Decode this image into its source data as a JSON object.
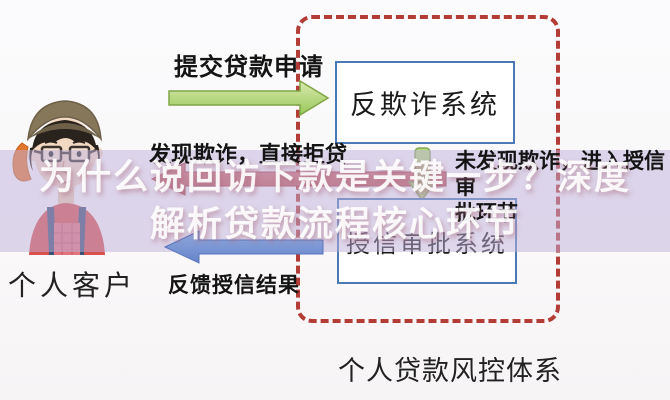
{
  "overlay": {
    "title_line1": "为什么说回访下款是关键一步？深度",
    "title_line2": "解析贷款流程核心环节"
  },
  "diagram": {
    "customer_label": "个人客户",
    "bottom_label": "个人贷款风控体系",
    "boxes": {
      "fraud_system": "反欺诈系统",
      "credit_system": "授信审批系统"
    },
    "arrows": {
      "submit": "提交贷款申请",
      "reject": "发现欺诈，直接拒贷",
      "pass_line1": "未发现欺诈，进入授信审",
      "pass_line2": "批环节",
      "feedback": "反馈授信结果"
    },
    "colors": {
      "dashed_border": "#b33c36",
      "box_border": "#4a7ab5",
      "green_arrow": "#aed468",
      "blue_arrow": "#7d99d6",
      "red_arrow": "#cd5a5a",
      "band": "#beb0da"
    }
  }
}
